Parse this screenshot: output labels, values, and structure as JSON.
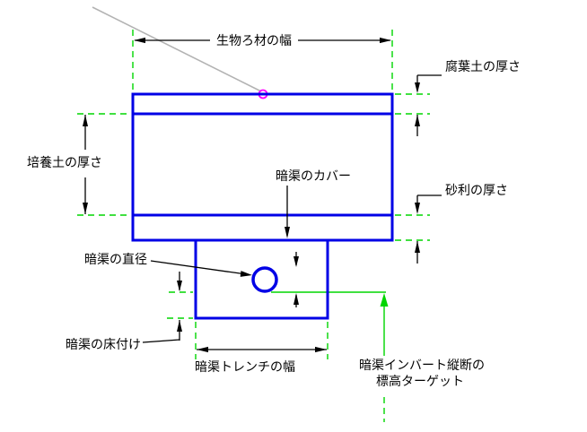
{
  "diagram": {
    "type": "cad-cross-section",
    "labels": {
      "biofilter_width": "生物ろ材の幅",
      "humus_thickness": "腐葉土の厚さ",
      "soil_thickness": "培養土の厚さ",
      "drain_cover": "暗渠のカバー",
      "gravel_thickness": "砂利の厚さ",
      "drain_diameter": "暗渠の直径",
      "drain_bedding": "暗渠の床付け",
      "trench_width": "暗渠トレンチの幅",
      "invert_target_line1": "暗渠インバート縦断の",
      "invert_target_line2": "標高ターゲット"
    },
    "colors": {
      "structure": "#0000e6",
      "extension": "#00d500",
      "dimension": "#000000",
      "marker": "#ff00ff",
      "leader_gray": "#b3b3b3"
    }
  }
}
